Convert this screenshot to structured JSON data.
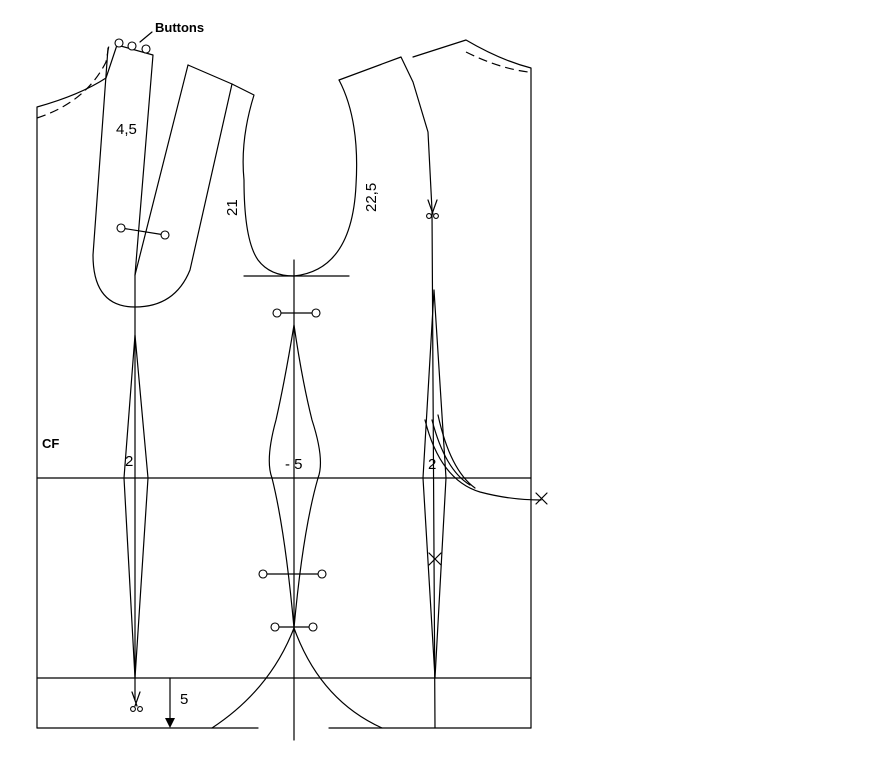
{
  "labels": {
    "buttons": "Buttons",
    "cf": "CF",
    "front_neck": "4,5",
    "armhole_front": "21",
    "armhole_back": "22,5",
    "dart_front": "2",
    "dart_side": "- 5",
    "dart_back": "2",
    "hem": "5"
  }
}
